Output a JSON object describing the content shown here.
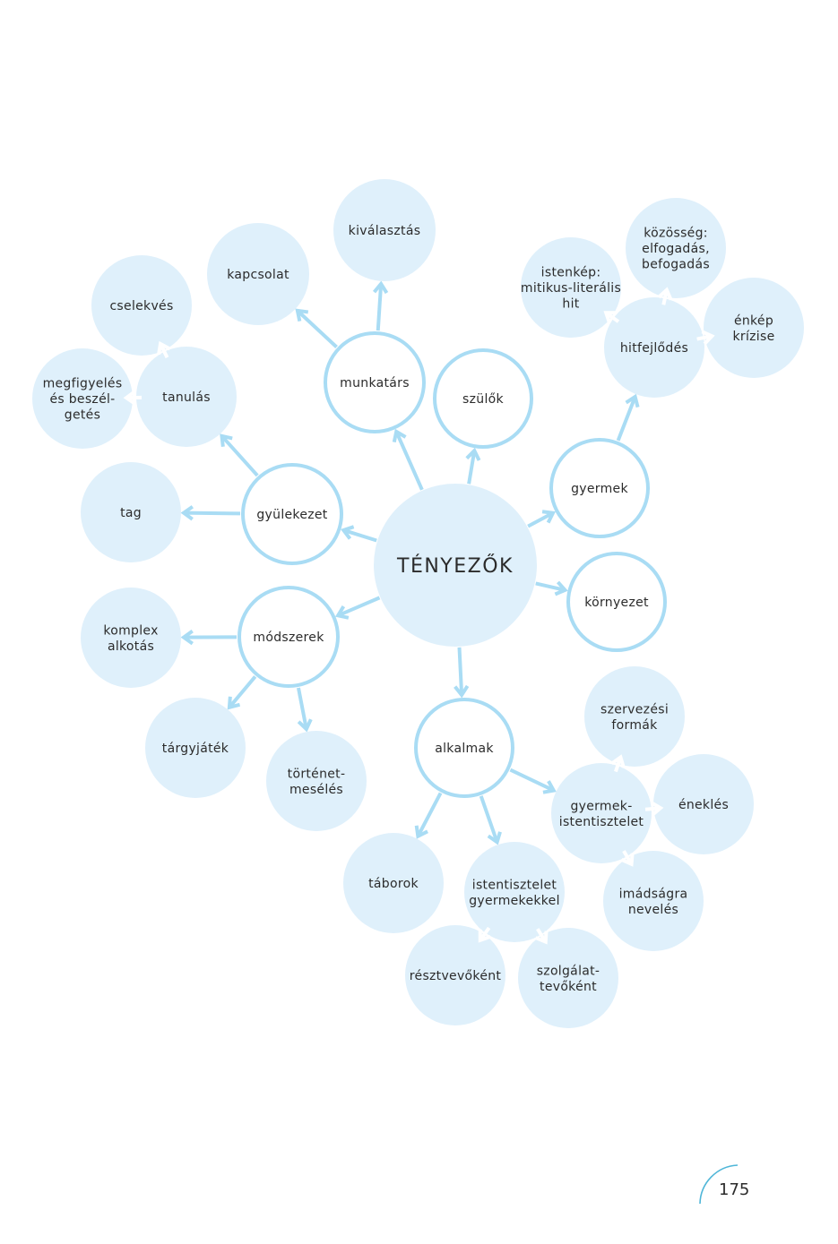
{
  "diagram": {
    "colors": {
      "fill": "#dff0fb",
      "stroke": "#a9dcf4",
      "arrow_on_fill": "#ffffff",
      "text": "#2b2b2b"
    },
    "nodes": [
      {
        "id": "tenyezok",
        "label": "TÉNYEZŐK",
        "style": "center"
      },
      {
        "id": "munkatars",
        "label": "munkatárs",
        "style": "ring"
      },
      {
        "id": "szulok",
        "label": "szülők",
        "style": "ring"
      },
      {
        "id": "gyermek",
        "label": "gyermek",
        "style": "ring"
      },
      {
        "id": "kornyezet",
        "label": "környezet",
        "style": "ring"
      },
      {
        "id": "gyulekezet",
        "label": "gyülekezet",
        "style": "ring"
      },
      {
        "id": "modszerek",
        "label": "módszerek",
        "style": "ring"
      },
      {
        "id": "alkalmak",
        "label": "alkalmak",
        "style": "ring"
      },
      {
        "id": "kivalasztas",
        "label": "kiválasztás",
        "style": "fill"
      },
      {
        "id": "kapcsolat",
        "label": "kapcsolat",
        "style": "fill"
      },
      {
        "id": "cselekves",
        "label": "cselekvés",
        "style": "fill"
      },
      {
        "id": "tanulas",
        "label": "tanulás",
        "style": "fill"
      },
      {
        "id": "megfigyeles",
        "label": "megfigyelés\nés beszél-\ngetés",
        "style": "fill"
      },
      {
        "id": "tag",
        "label": "tag",
        "style": "fill"
      },
      {
        "id": "komplex",
        "label": "komplex\nalkotás",
        "style": "fill"
      },
      {
        "id": "targyjatek",
        "label": "tárgyjáték",
        "style": "fill"
      },
      {
        "id": "tortenet",
        "label": "történet-\nmesélés",
        "style": "fill"
      },
      {
        "id": "taborok",
        "label": "táborok",
        "style": "fill"
      },
      {
        "id": "istentisztelet_gy",
        "label": "istentisztelet\ngyermekekkel",
        "style": "fill"
      },
      {
        "id": "resztvevokent",
        "label": "résztvevőként",
        "style": "fill"
      },
      {
        "id": "szolgalattevokent",
        "label": "szolgálat-\ntevőként",
        "style": "fill"
      },
      {
        "id": "gyermek_ist",
        "label": "gyermek-\nistentisztelet",
        "style": "fill"
      },
      {
        "id": "szervezesi",
        "label": "szervezési\nformák",
        "style": "fill"
      },
      {
        "id": "enekles",
        "label": "éneklés",
        "style": "fill"
      },
      {
        "id": "imadsagra",
        "label": "imádságra\nnevelés",
        "style": "fill"
      },
      {
        "id": "hitfejlodes",
        "label": "hitfejlődés",
        "style": "fill"
      },
      {
        "id": "istenkep",
        "label": "istenkép:\nmitikus-literális\nhit",
        "style": "fill"
      },
      {
        "id": "kozosseg",
        "label": "közösség:\nelfogadás,\nbefogadás",
        "style": "fill"
      },
      {
        "id": "enkep",
        "label": "énkép\nkrízise",
        "style": "fill"
      }
    ],
    "edges": [
      {
        "from": "tenyezok",
        "to": "munkatars"
      },
      {
        "from": "tenyezok",
        "to": "szulok"
      },
      {
        "from": "tenyezok",
        "to": "gyermek"
      },
      {
        "from": "tenyezok",
        "to": "kornyezet"
      },
      {
        "from": "tenyezok",
        "to": "gyulekezet"
      },
      {
        "from": "tenyezok",
        "to": "modszerek"
      },
      {
        "from": "tenyezok",
        "to": "alkalmak"
      },
      {
        "from": "munkatars",
        "to": "kivalasztas"
      },
      {
        "from": "munkatars",
        "to": "kapcsolat"
      },
      {
        "from": "gyulekezet",
        "to": "tanulas"
      },
      {
        "from": "gyulekezet",
        "to": "tag"
      },
      {
        "from": "tanulas",
        "to": "cselekves"
      },
      {
        "from": "tanulas",
        "to": "megfigyeles"
      },
      {
        "from": "modszerek",
        "to": "komplex"
      },
      {
        "from": "modszerek",
        "to": "targyjatek"
      },
      {
        "from": "modszerek",
        "to": "tortenet"
      },
      {
        "from": "alkalmak",
        "to": "taborok"
      },
      {
        "from": "alkalmak",
        "to": "istentisztelet_gy"
      },
      {
        "from": "alkalmak",
        "to": "gyermek_ist"
      },
      {
        "from": "istentisztelet_gy",
        "to": "resztvevokent"
      },
      {
        "from": "istentisztelet_gy",
        "to": "szolgalattevokent"
      },
      {
        "from": "gyermek_ist",
        "to": "szervezesi"
      },
      {
        "from": "gyermek_ist",
        "to": "enekles"
      },
      {
        "from": "gyermek_ist",
        "to": "imadsagra"
      },
      {
        "from": "gyermek",
        "to": "hitfejlodes"
      },
      {
        "from": "hitfejlodes",
        "to": "istenkep"
      },
      {
        "from": "hitfejlodes",
        "to": "kozosseg"
      },
      {
        "from": "hitfejlodes",
        "to": "enkep"
      }
    ]
  },
  "page_number": "175"
}
